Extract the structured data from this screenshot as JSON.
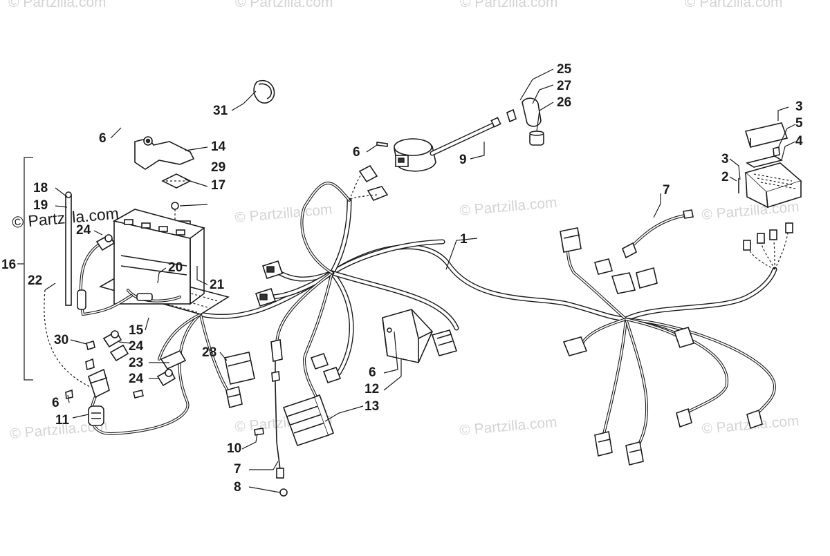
{
  "watermarks": {
    "brand": "© Partzilla.com",
    "brand_dark": "© Partzilla.com"
  },
  "callouts": {
    "c1": "1",
    "c2": "2",
    "c3a": "3",
    "c3b": "3",
    "c4": "4",
    "c5": "5",
    "c6a": "6",
    "c6b": "6",
    "c6c": "6",
    "c6d": "6",
    "c7a": "7",
    "c7b": "7",
    "c8": "8",
    "c9": "9",
    "c10": "10",
    "c11": "11",
    "c12": "12",
    "c13": "13",
    "c14": "14",
    "c15": "15",
    "c16": "16",
    "c17": "17",
    "c18": "18",
    "c19": "19",
    "c20": "20",
    "c21": "21",
    "c22": "22",
    "c23": "23",
    "c24a": "24",
    "c24b": "24",
    "c24c": "24",
    "c25": "25",
    "c26": "26",
    "c27": "27",
    "c28": "28",
    "c29": "29",
    "c30": "30",
    "c31": "31"
  }
}
